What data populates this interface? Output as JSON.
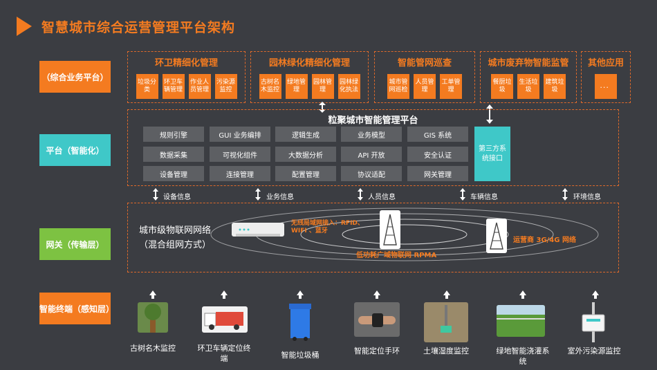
{
  "title": "智慧城市综合运营管理平台架构",
  "layers": {
    "business": "（综合业务平台）",
    "platform": "平台（智能化）",
    "gateway": "网关（传输层）",
    "terminal": "智能终端（感知层）"
  },
  "apps": [
    {
      "title": "环卫精细化管理",
      "items": [
        "垃圾分类",
        "环卫车辆管理",
        "作业人员管理",
        "污染源监控"
      ]
    },
    {
      "title": "园林绿化精细化管理",
      "items": [
        "古树名木监控",
        "绿地管理",
        "园林管理",
        "园林绿化执法"
      ]
    },
    {
      "title": "智能管网巡查",
      "items": [
        "城市管网巡检",
        "人员管理",
        "工单管理"
      ]
    },
    {
      "title": "城市废弃物智能监管",
      "items": [
        "餐厨垃圾",
        "生活垃圾",
        "建筑垃圾"
      ]
    },
    {
      "title": "其他应用",
      "items": [
        "．．．"
      ]
    }
  ],
  "platform": {
    "title": "粒聚城市智能管理平台",
    "cells": [
      [
        "规则引擎",
        "GUI 业务编排",
        "逻辑生成",
        "业务模型",
        "GIS 系统"
      ],
      [
        "数据采集",
        "可视化组件",
        "大数据分析",
        "API 开放",
        "安全认证"
      ],
      [
        "设备管理",
        "连接管理",
        "配置管理",
        "协议适配",
        "网关管理"
      ]
    ],
    "third_party": "第三方系统接口"
  },
  "info_flows": [
    "设备信息",
    "业务信息",
    "人员信息",
    "车辆信息",
    "环境信息"
  ],
  "network": {
    "line1": "城市级物联网网络",
    "line2": "（混合组网方式）",
    "wireless_note": "无线局域网接入：RFID、WIFI 、蓝牙",
    "lpwan": "低功耗广域物联网 RPMA",
    "operator": "运营商 3G/4G 网络"
  },
  "devices": [
    {
      "icon": "ancient-tree-icon",
      "label": "古树名木监控"
    },
    {
      "icon": "sanitation-truck-icon",
      "label": "环卫车辆定位终端"
    },
    {
      "icon": "smart-bin-icon",
      "label": "智能垃圾桶"
    },
    {
      "icon": "wristband-icon",
      "label": "智能定位手环"
    },
    {
      "icon": "soil-sensor-icon",
      "label": "土壤湿度监控"
    },
    {
      "icon": "irrigation-icon",
      "label": "绿地智能浇灌系统"
    },
    {
      "icon": "pollution-sensor-icon",
      "label": "室外污染源监控"
    }
  ],
  "colors": {
    "orange": "#f47b20",
    "cyan": "#3fc8c8",
    "green": "#7dc242",
    "background": "#3b3d42"
  }
}
